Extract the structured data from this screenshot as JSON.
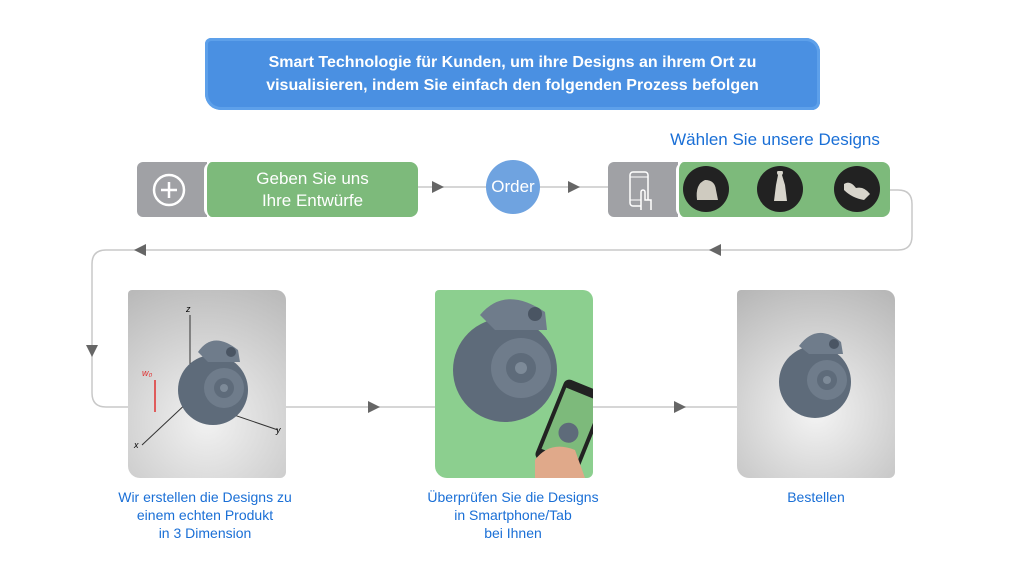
{
  "banner": {
    "line1": "Smart Technologie für Kunden, um ihre Designs an ihrem Ort zu",
    "line2": "visualisieren, indem Sie einfach den folgenden Prozess befolgen"
  },
  "steps": {
    "submit": {
      "line1": "Geben Sie uns",
      "line2": "Ihre Entwürfe",
      "icon": "plus-circle-icon"
    },
    "order": {
      "label": "Order"
    },
    "choose": {
      "title": "Wählen Sie unsere Designs",
      "icon": "smartphone-touch-icon"
    },
    "create": {
      "line1": "Wir erstellen die Designs zu",
      "line2": "einem echten Produkt",
      "line3": "in 3 Dimension",
      "axes": {
        "z": "z",
        "y": "y",
        "x": "x",
        "w": "w₀"
      }
    },
    "check": {
      "line1": "Überprüfen Sie die Designs",
      "line2": "in Smartphone/Tab",
      "line3": "bei Ihnen"
    },
    "buy": {
      "line1": "Bestellen"
    }
  },
  "colors": {
    "blue": "#4a90e2",
    "green": "#7dba7b",
    "grey": "#a0a1a5",
    "caption": "#1a6fd6",
    "order": "#6fa3e0"
  }
}
